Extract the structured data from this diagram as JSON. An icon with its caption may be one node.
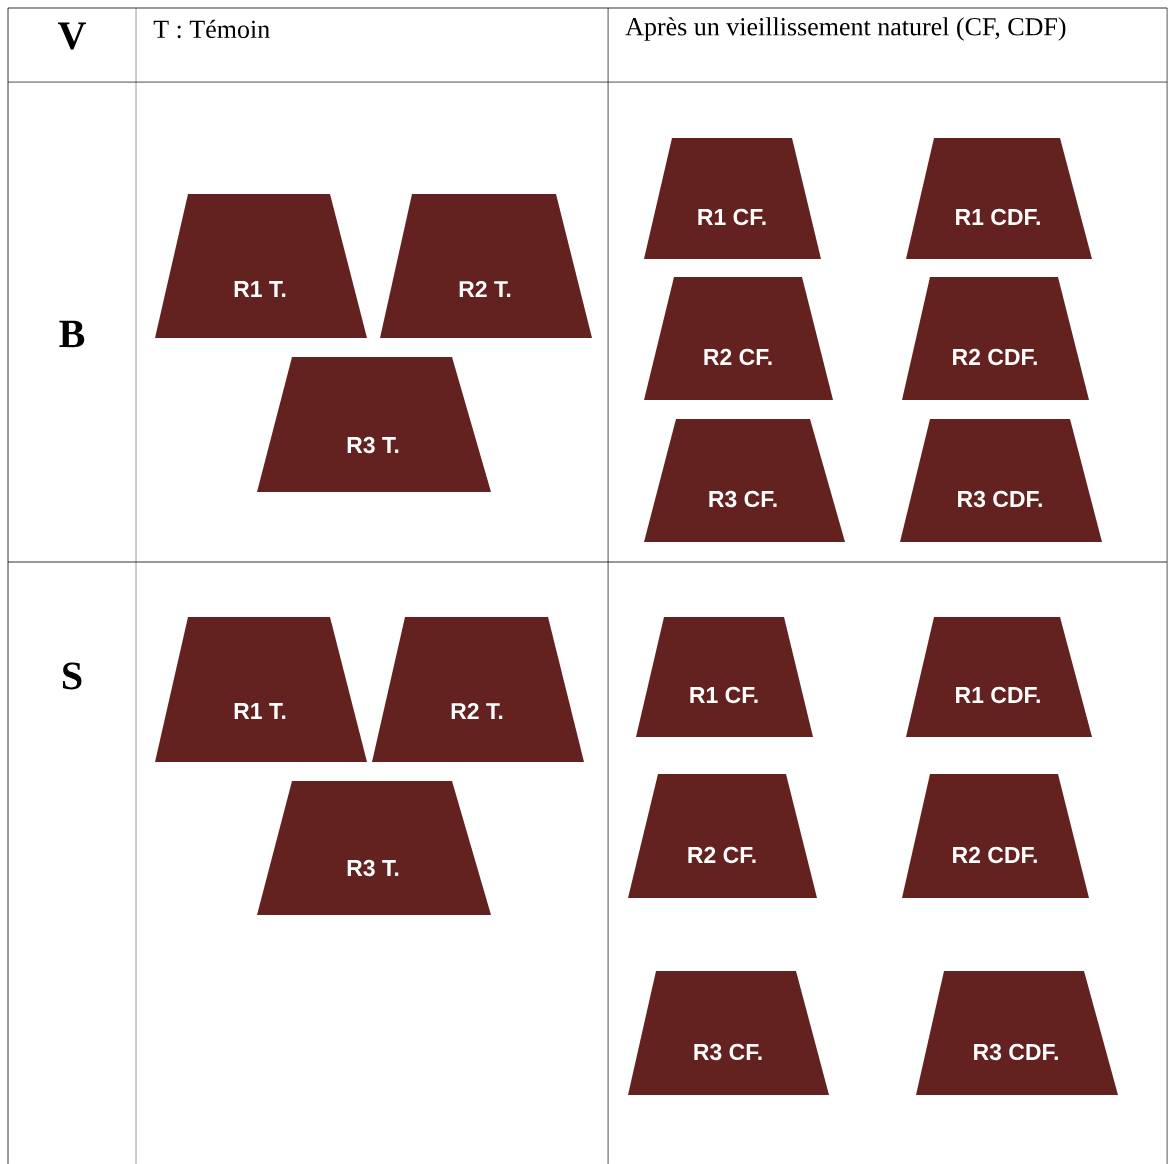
{
  "diagram": {
    "nodes": [
      {
        "text": [
          "R1 T."
        ]
      },
      {
        "text": [
          "R2 T."
        ]
      },
      {
        "text": [
          "R3 T."
        ]
      },
      {
        "text": [
          "R1 CF."
        ]
      },
      {
        "text": [
          "R1 CDF."
        ]
      },
      {
        "text": [
          "R2 CF."
        ]
      },
      {
        "text": [
          "R2 CDF."
        ]
      },
      {
        "text": [
          "R3 CF."
        ]
      },
      {
        "text": [
          "R3 CDF."
        ]
      },
      {
        "text": [
          "R1 T."
        ]
      },
      {
        "text": [
          "R2 T."
        ]
      },
      {
        "text": [
          "R3 T."
        ]
      },
      {
        "text": [
          "R1 CF."
        ]
      },
      {
        "text": [
          "R1 CDF."
        ]
      },
      {
        "text": [
          "R2 CF."
        ]
      },
      {
        "text": [
          "R2 CDF."
        ]
      },
      {
        "text": [
          "R3 CF."
        ]
      },
      {
        "text": [
          "R3 CDF."
        ]
      }
    ],
    "edges": [],
    "labels": [
      "V",
      "T : Témoin",
      "Après un vieillissement naturel (CF, CDF)",
      "B",
      "S"
    ]
  }
}
